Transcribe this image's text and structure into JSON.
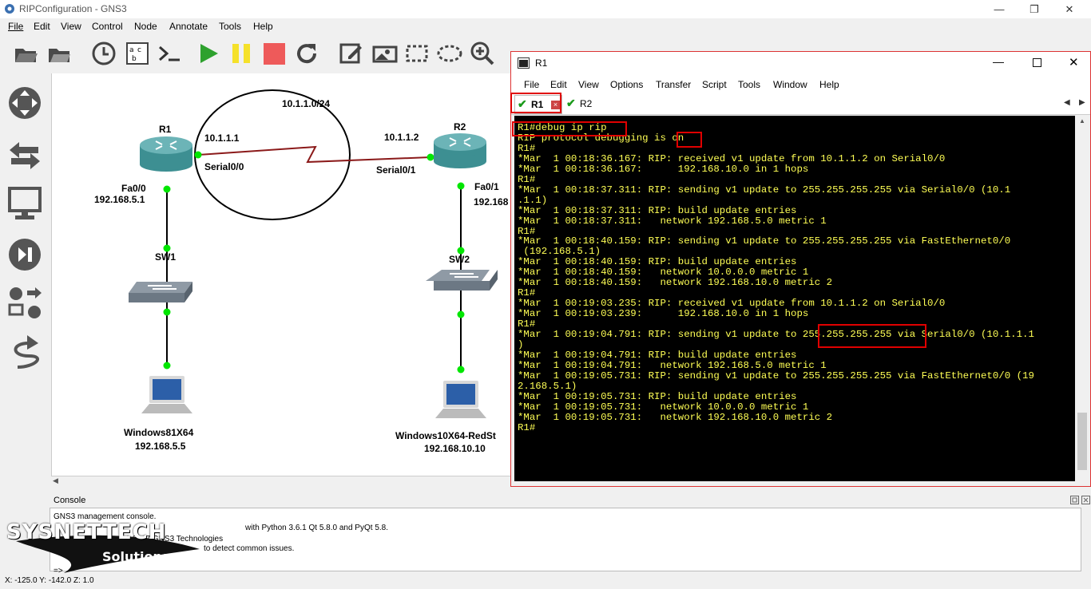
{
  "window": {
    "title": "RIPConfiguration - GNS3",
    "minimize": "—",
    "restore": "❐",
    "close": "✕"
  },
  "menu": [
    "File",
    "Edit",
    "View",
    "Control",
    "Node",
    "Annotate",
    "Tools",
    "Help"
  ],
  "toolbar_icons": [
    "open-project-icon",
    "open-folder-icon",
    "snapshot-icon",
    "show-interface-labels-icon",
    "console-icon",
    "start-icon",
    "suspend-icon",
    "stop-icon",
    "reload-icon",
    "note-icon",
    "insert-picture-icon",
    "rectangle-icon",
    "ellipse-icon",
    "zoom-in-icon",
    "zoom-out-icon",
    "screenshot-icon"
  ],
  "topology": {
    "network_label": "10.1.1.0/24",
    "r1": {
      "name": "R1",
      "serial_ip": "10.1.1.1",
      "serial_if": "Serial0/0",
      "fa_if": "Fa0/0",
      "fa_ip": "192.168.5.1"
    },
    "r2": {
      "name": "R2",
      "serial_ip": "10.1.1.2",
      "serial_if": "Serial0/1",
      "fa_if": "Fa0/1",
      "fa_ip": "192.168"
    },
    "sw1": "SW1",
    "sw2": "SW2",
    "pc1": {
      "name": "Windows81X64",
      "ip": "192.168.5.5"
    },
    "pc2": {
      "name": "Windows10X64-RedSt",
      "ip": "192.168.10.10"
    }
  },
  "console": {
    "title": "Console",
    "lines": [
      "GNS3 management console.",
      "with Python 3.6.1 Qt 5.8.0 and PyQt 5.8.",
      "6-2017 GNS3 Technologies",
      "to detect common issues.",
      "=> "
    ]
  },
  "status": "X: -125.0 Y: -142.0 Z: 1.0",
  "watermark": {
    "brand": "SYSNETTECH",
    "sub": "Solutions"
  },
  "crt": {
    "title": "R1",
    "menu": [
      "File",
      "Edit",
      "View",
      "Options",
      "Transfer",
      "Script",
      "Tools",
      "Window",
      "Help"
    ],
    "tabs": [
      "R1",
      "R2"
    ],
    "terminal": "R1#debug ip rip\nRIP protocol debugging is on\nR1#\n*Mar  1 00:18:36.167: RIP: received v1 update from 10.1.1.2 on Serial0/0\n*Mar  1 00:18:36.167:      192.168.10.0 in 1 hops\nR1#\n*Mar  1 00:18:37.311: RIP: sending v1 update to 255.255.255.255 via Serial0/0 (10.1\n.1.1)\n*Mar  1 00:18:37.311: RIP: build update entries\n*Mar  1 00:18:37.311:   network 192.168.5.0 metric 1\nR1#\n*Mar  1 00:18:40.159: RIP: sending v1 update to 255.255.255.255 via FastEthernet0/0\n (192.168.5.1)\n*Mar  1 00:18:40.159: RIP: build update entries\n*Mar  1 00:18:40.159:   network 10.0.0.0 metric 1\n*Mar  1 00:18:40.159:   network 192.168.10.0 metric 2\nR1#\n*Mar  1 00:19:03.235: RIP: received v1 update from 10.1.1.2 on Serial0/0\n*Mar  1 00:19:03.239:      192.168.10.0 in 1 hops\nR1#\n*Mar  1 00:19:04.791: RIP: sending v1 update to 255.255.255.255 via Serial0/0 (10.1.1.1\n)\n*Mar  1 00:19:04.791: RIP: build update entries\n*Mar  1 00:19:04.791:   network 192.168.5.0 metric 1\n*Mar  1 00:19:05.731: RIP: sending v1 update to 255.255.255.255 via FastEthernet0/0 (19\n2.168.5.1)\n*Mar  1 00:19:05.731: RIP: build update entries\n*Mar  1 00:19:05.731:   network 10.0.0.0 metric 1\n*Mar  1 00:19:05.731:   network 192.168.10.0 metric 2\nR1#"
  },
  "colors": {
    "terminal_bg": "#000000",
    "terminal_fg": "#ffff55",
    "highlight": "#e00000",
    "link": "#8b1a1a",
    "port": "#00ff00"
  }
}
